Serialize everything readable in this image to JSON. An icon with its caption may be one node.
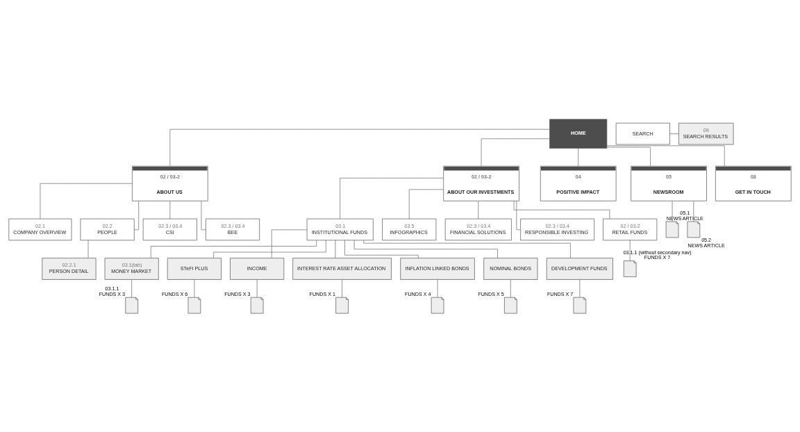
{
  "diagram": {
    "nodes": [
      {
        "text": [
          "HOME"
        ]
      },
      {
        "text": [
          "SEARCH"
        ]
      },
      {
        "text": [
          "09",
          "SEARCH RESULTS"
        ]
      },
      {
        "text": [
          "02 / 03-2",
          "ABOUT US"
        ]
      },
      {
        "text": [
          "02 / 03-2",
          "ABOUT OUR INVESTMENTS"
        ]
      },
      {
        "text": [
          "04",
          "POSITIVE IMPACT"
        ]
      },
      {
        "text": [
          "05",
          "NEWSROOM"
        ]
      },
      {
        "text": [
          "08",
          "GET IN TOUCH"
        ]
      },
      {
        "text": [
          "02.1",
          "COMPANY OVERVIEW"
        ]
      },
      {
        "text": [
          "02.2",
          "PEOPLE"
        ]
      },
      {
        "text": [
          "02.2.1",
          "PERSON DETAIL"
        ]
      },
      {
        "text": [
          "02.3 / 03.4",
          "CSI"
        ]
      },
      {
        "text": [
          "02.3 / 03.4",
          "BEE"
        ]
      },
      {
        "text": [
          "03.1",
          "INSTITUTIONAL FUNDS"
        ]
      },
      {
        "text": [
          "03.5",
          "INFOGRAPHICS"
        ]
      },
      {
        "text": [
          "02.3 / 03.4",
          "FINANCIAL SOLUTIONS"
        ]
      },
      {
        "text": [
          "02.3 / 03.4",
          "RESPONSIBLE INVESTING"
        ]
      },
      {
        "text": [
          "02 / 03-2",
          "RETAIL FUNDS"
        ]
      },
      {
        "text": [
          "03.1(tab)",
          "MONEY MARKET"
        ]
      },
      {
        "text": [
          "STeFI PLUS"
        ]
      },
      {
        "text": [
          "INCOME"
        ]
      },
      {
        "text": [
          "INTEREST RATE ASSET ALLOCATION"
        ]
      },
      {
        "text": [
          "INFLATION LINKED BONDS"
        ]
      },
      {
        "text": [
          "NOMINAL BONDS"
        ]
      },
      {
        "text": [
          "DEVELOPMENT FUNDS"
        ]
      },
      {
        "text": [],
        "shape": "document",
        "beside": [
          "03.1.1",
          "FUNDS X 3"
        ]
      },
      {
        "text": [],
        "shape": "document",
        "beside": [
          "FUNDS X 6"
        ]
      },
      {
        "text": [],
        "shape": "document",
        "beside": [
          "FUNDS X 3"
        ]
      },
      {
        "text": [],
        "shape": "document",
        "beside": [
          "FUNDS X 1"
        ]
      },
      {
        "text": [],
        "shape": "document",
        "beside": [
          "FUNDS X 4"
        ]
      },
      {
        "text": [],
        "shape": "document",
        "beside": [
          "FUNDS X 5"
        ]
      },
      {
        "text": [],
        "shape": "document",
        "beside": [
          "FUNDS X 7"
        ]
      },
      {
        "text": [],
        "shape": "document",
        "beside": [
          "03.1.1 (without secondary nav)",
          "FUNDS X 7"
        ]
      },
      {
        "text": [],
        "shape": "document",
        "beside": [
          "05.1",
          "NEWS ARTICLE"
        ]
      },
      {
        "text": [],
        "shape": "document",
        "beside": [
          "05.2",
          "NEWS ARTICLE"
        ]
      }
    ],
    "edges": [
      {
        "from": 0,
        "to": 3,
        "arrow": "none"
      },
      {
        "from": 0,
        "to": 4,
        "arrow": "none"
      },
      {
        "from": 0,
        "to": 5,
        "arrow": "none"
      },
      {
        "from": 0,
        "to": 6,
        "arrow": "none"
      },
      {
        "from": 0,
        "to": 7,
        "arrow": "none"
      },
      {
        "from": 1,
        "to": 2,
        "arrow": "none"
      },
      {
        "from": 3,
        "to": 8,
        "arrow": "none"
      },
      {
        "from": 3,
        "to": 9,
        "arrow": "none"
      },
      {
        "from": 3,
        "to": 11,
        "arrow": "none"
      },
      {
        "from": 3,
        "to": 12,
        "arrow": "none"
      },
      {
        "from": 9,
        "to": 10,
        "arrow": "none"
      },
      {
        "from": 4,
        "to": 13,
        "arrow": "none"
      },
      {
        "from": 4,
        "to": 14,
        "arrow": "none"
      },
      {
        "from": 4,
        "to": 15,
        "arrow": "none"
      },
      {
        "from": 4,
        "to": 16,
        "arrow": "none"
      },
      {
        "from": 4,
        "to": 17,
        "arrow": "none"
      },
      {
        "from": 13,
        "to": 18,
        "arrow": "none"
      },
      {
        "from": 13,
        "to": 19,
        "arrow": "none"
      },
      {
        "from": 13,
        "to": 20,
        "arrow": "none"
      },
      {
        "from": 13,
        "to": 21,
        "arrow": "none"
      },
      {
        "from": 13,
        "to": 22,
        "arrow": "none"
      },
      {
        "from": 13,
        "to": 23,
        "arrow": "none"
      },
      {
        "from": 13,
        "to": 24,
        "arrow": "none"
      },
      {
        "from": 18,
        "to": 25,
        "arrow": "none"
      },
      {
        "from": 19,
        "to": 26,
        "arrow": "none"
      },
      {
        "from": 20,
        "to": 27,
        "arrow": "none"
      },
      {
        "from": 21,
        "to": 28,
        "arrow": "none"
      },
      {
        "from": 22,
        "to": 29,
        "arrow": "none"
      },
      {
        "from": 23,
        "to": 30,
        "arrow": "none"
      },
      {
        "from": 24,
        "to": 31,
        "arrow": "none"
      },
      {
        "from": 17,
        "to": 32,
        "arrow": "none"
      },
      {
        "from": 6,
        "to": 33,
        "arrow": "none"
      },
      {
        "from": 6,
        "to": 34,
        "arrow": "none"
      }
    ]
  }
}
